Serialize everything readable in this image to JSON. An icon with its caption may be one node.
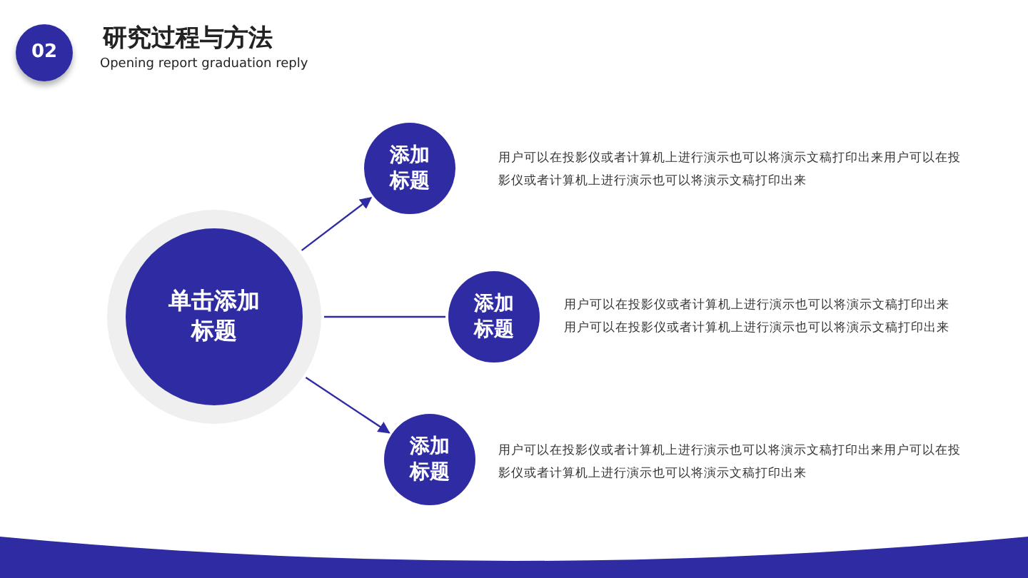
{
  "diagram": {
    "title": "研究过程与方法",
    "nodes": [
      {
        "text": [
          "02"
        ]
      },
      {
        "text": [
          "单击添加标题"
        ]
      },
      {
        "text": [
          "添加标题"
        ],
        "beside": [
          "用户可以在投影仪或者计算机上进行演示也可以将演示文稿打印出来用户可以在投影仪或者计算机上进行演示也可以将演示文稿打印出来"
        ]
      },
      {
        "text": [
          "添加标题"
        ],
        "beside": [
          "用户可以在投影仪或者计算机上进行演示也可以将演示文稿打印出来用户可以在投影仪或者计算机上进行演示也可以将演示文稿打印出来"
        ]
      },
      {
        "text": [
          "添加标题"
        ],
        "beside": [
          "用户可以在投影仪或者计算机上进行演示也可以将演示文稿打印出来用户可以在投影仪或者计算机上进行演示也可以将演示文稿打印出来"
        ]
      }
    ],
    "edges": [
      {
        "from": 1,
        "to": 2,
        "arrow": "to"
      },
      {
        "from": 1,
        "to": 3,
        "arrow": "none"
      },
      {
        "from": 1,
        "to": 4,
        "arrow": "to"
      }
    ],
    "labels": [
      "Opening report graduation reply"
    ]
  }
}
